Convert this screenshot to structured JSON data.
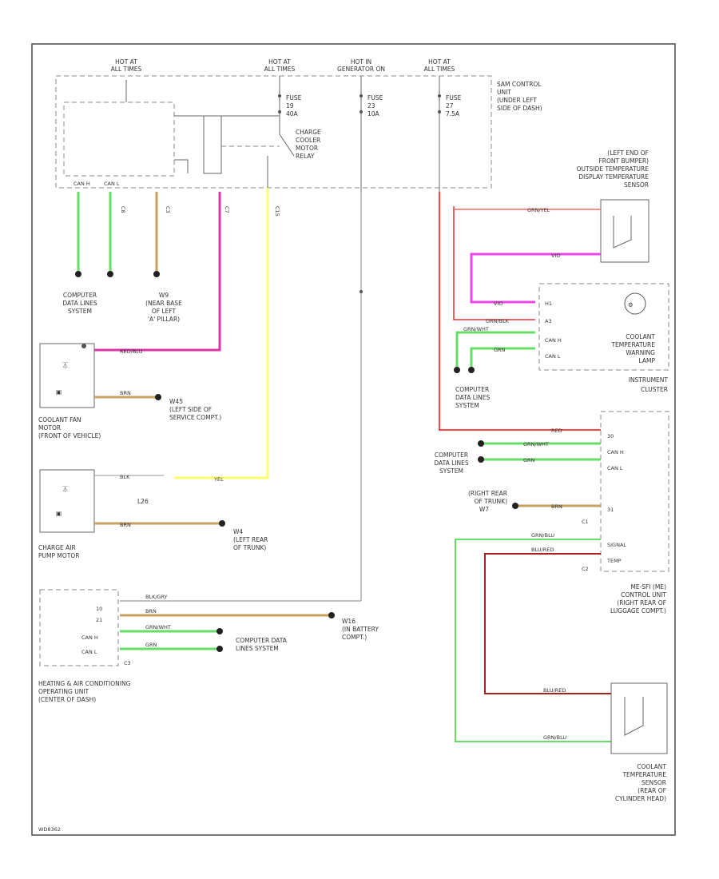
{
  "header": {
    "hot1": [
      "HOT AT",
      "ALL TIMES"
    ],
    "hot2": [
      "HOT AT",
      "ALL TIMES"
    ],
    "hot3": [
      "HOT IN",
      "GENERATOR ON"
    ],
    "hot4": [
      "HOT AT",
      "ALL TIMES"
    ]
  },
  "fuses": {
    "f1": [
      "FUSE",
      "19",
      "40A"
    ],
    "f2": [
      "FUSE",
      "23",
      "10A"
    ],
    "f3": [
      "FUSE",
      "27",
      "7.5A"
    ]
  },
  "sam": [
    "SAM CONTROL",
    "UNIT",
    "(UNDER LEFT",
    "SIDE OF DASH)"
  ],
  "relay": [
    "CHARGE",
    "COOLER",
    "MOTOR",
    "RELAY"
  ],
  "pins_top": [
    "CAN H",
    "CAN L",
    "C8",
    "C3",
    "C7",
    "C15"
  ],
  "computer1": [
    "COMPUTER",
    "DATA LINES",
    "SYSTEM"
  ],
  "ground_w9": [
    "W9",
    "(NEAR BASE",
    "OF LEFT",
    "'A' PILLAR)"
  ],
  "fan": {
    "name": [
      "COOLANT FAN",
      "MOTOR",
      "(FRONT OF VEHICLE)"
    ],
    "w1": "RED/BLU",
    "w2": "BRN",
    "ground": [
      "W45",
      "(LEFT SIDE OF",
      "SERVICE COMPT.)"
    ]
  },
  "pump": {
    "name": [
      "CHARGE AIR",
      "PUMP MOTOR"
    ],
    "w1": "BLK",
    "w2": "BRN",
    "wire": "YEL",
    "splice": "L26",
    "ground": [
      "W4",
      "(LEFT REAR",
      "OF TRUNK)"
    ]
  },
  "hvac": {
    "name": [
      "HEATING & AIR CONDITIONING",
      "OPERATING UNIT",
      "(CENTER OF DASH)"
    ],
    "pins": [
      "10",
      "21",
      "CAN H",
      "CAN L",
      "C3"
    ],
    "wires": [
      "BLK/GRY",
      "BRN",
      "GRN/WHT",
      "GRN"
    ],
    "ground": [
      "W16",
      "(IN BATTERY",
      "COMPT.)"
    ],
    "computer": [
      "COMPUTER DATA",
      "LINES SYSTEM"
    ]
  },
  "right": {
    "sensor1": [
      "(LEFT END OF",
      "FRONT BUMPER)",
      "OUTSIDE TEMPERATURE",
      "DISPLAY TEMPERATURE",
      "SENSOR"
    ],
    "cluster": [
      "COOLANT",
      "TEMPERATURE",
      "WARNING",
      "LAMP",
      "INSTRUMENT",
      "CLUSTER"
    ],
    "wires": [
      "GRN/YEL",
      "VIO",
      "VIO",
      "GRN/BLK",
      "GRN/WHT",
      "GRN",
      "RED",
      "GRN/WHT",
      "GRN",
      "BRN",
      "GRN/BLU",
      "BLU/RED",
      "BLU/RED",
      "GRN/BLU"
    ],
    "computer2": [
      "COMPUTER",
      "DATA LINES",
      "SYSTEM"
    ],
    "computer3": [
      "COMPUTER",
      "DATA LINES",
      "SYSTEM"
    ],
    "ground_w7": [
      "(RIGHT REAR",
      "OF TRUNK)",
      "W7"
    ],
    "me_sfi": [
      "ME-SFI (ME)",
      "CONTROL UNIT",
      "(RIGHT REAR OF",
      "LUGGAGE COMPT.)"
    ],
    "me_pins": [
      "30",
      "CAN H",
      "CAN L",
      "31",
      "C1",
      "SIGNAL",
      "TEMP",
      "C2"
    ],
    "sensor2": [
      "COOLANT",
      "TEMPERATURE",
      "SENSOR",
      "(REAR OF",
      "CYLINDER HEAD)"
    ],
    "cl_pins": [
      "H1",
      "A3",
      "CAN H",
      "CAN L"
    ]
  },
  "footer": "WD8362"
}
